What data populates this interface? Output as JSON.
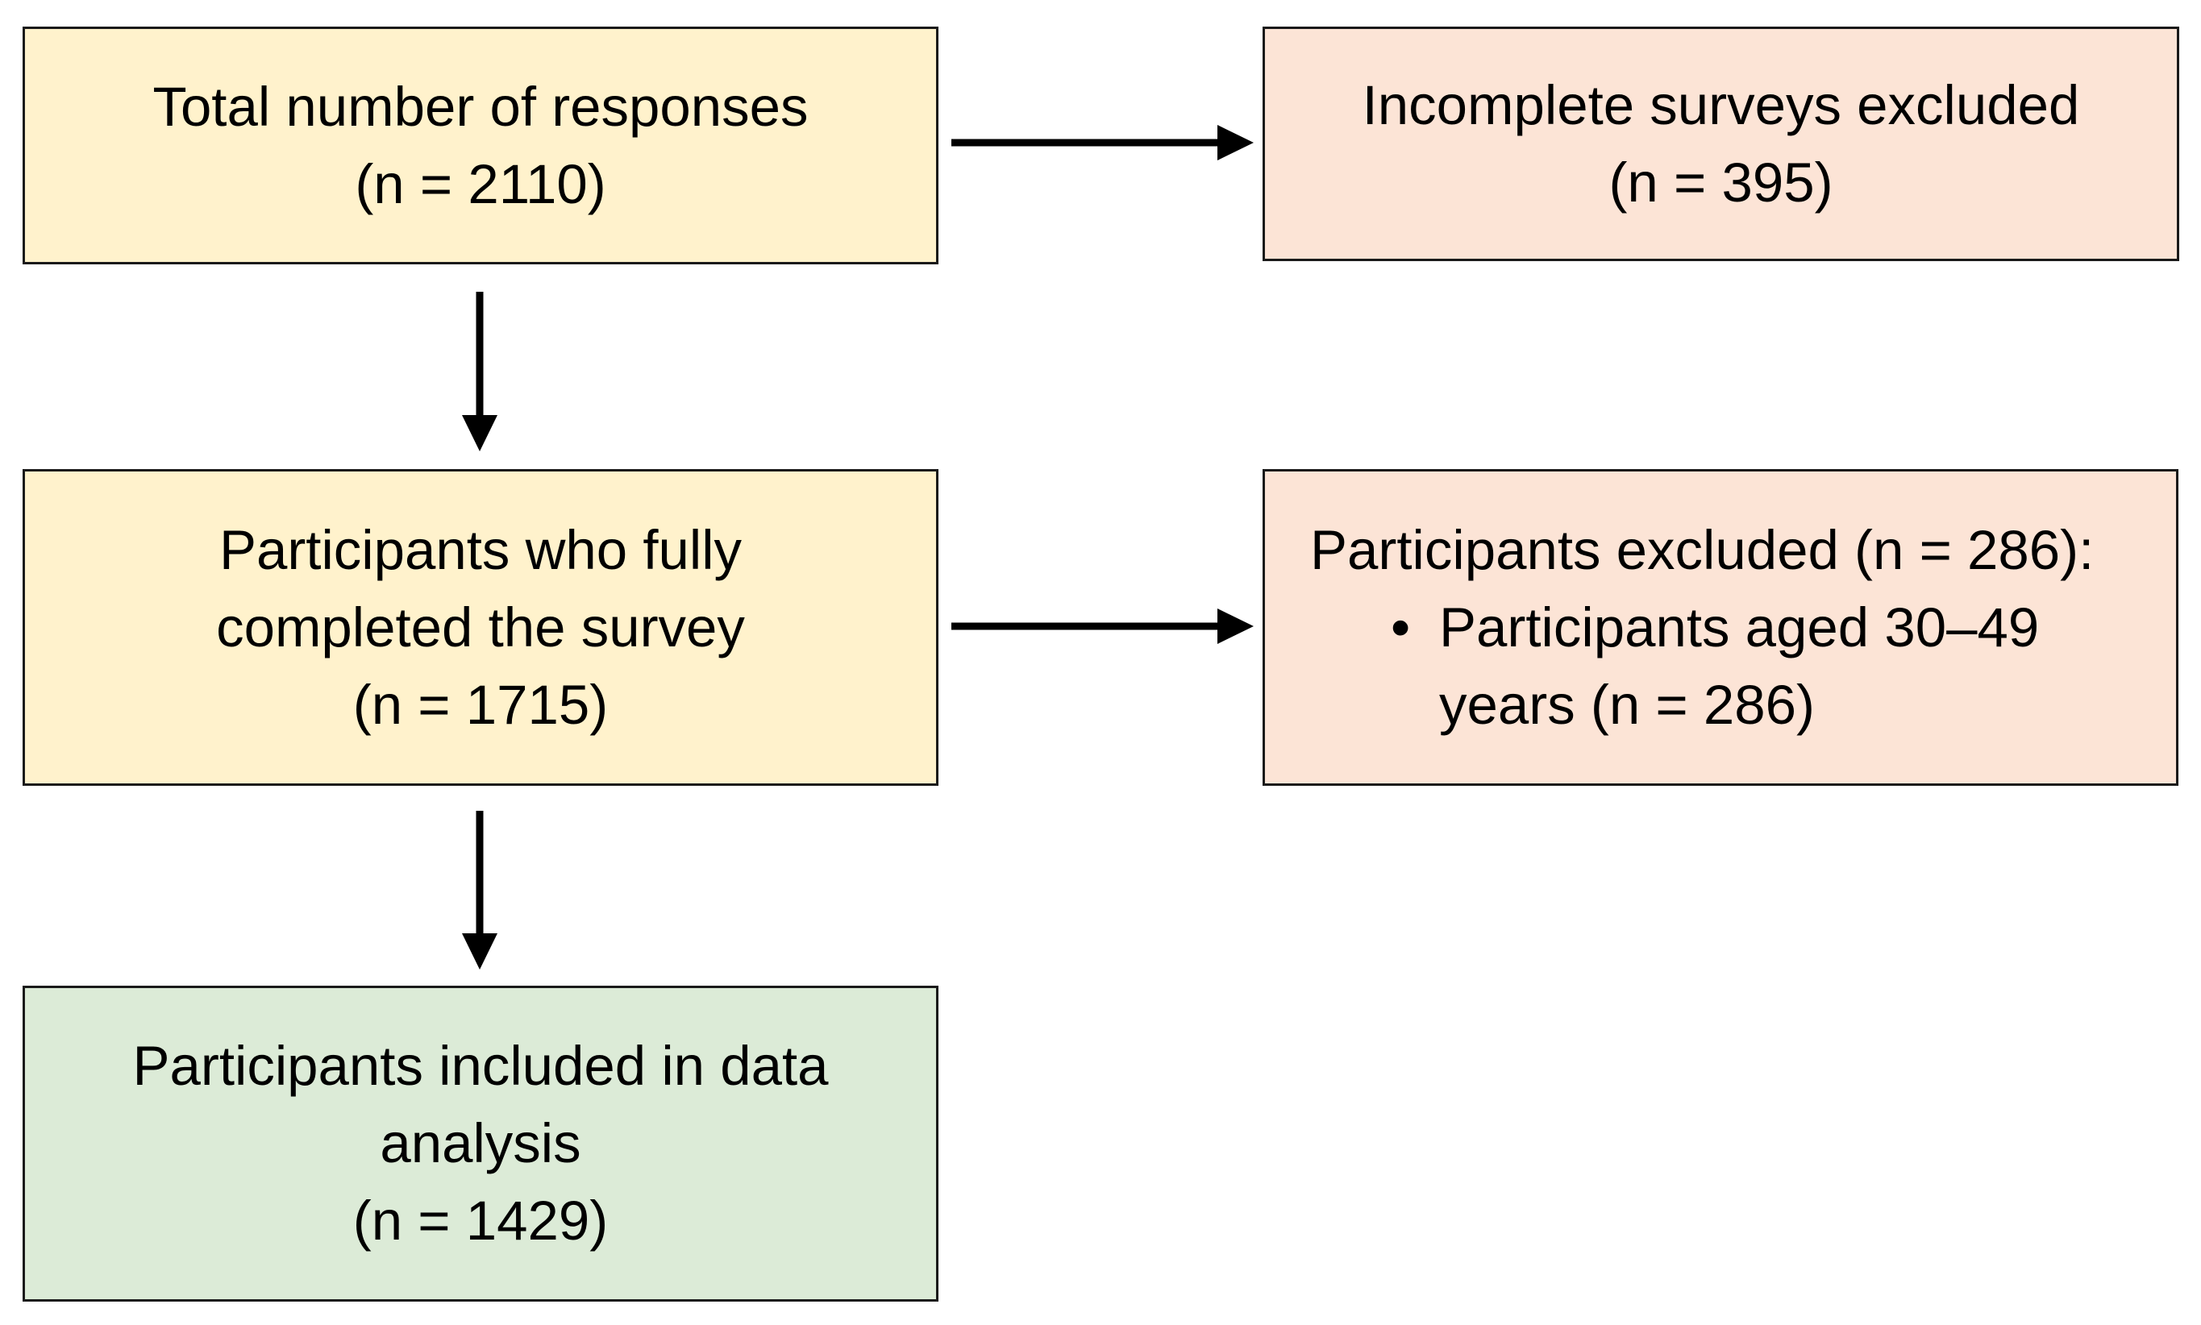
{
  "colors": {
    "yellow_box": "#FFF2CC",
    "orange_box": "#FCE4D6",
    "green_box": "#DCEBD7",
    "border": "#1A1A1A",
    "arrow": "#000000"
  },
  "boxes": {
    "total": {
      "line1": "Total number of responses",
      "line2": "(n = 2110)"
    },
    "incomplete": {
      "line1": "Incomplete surveys excluded",
      "line2": "(n = 395)"
    },
    "completed": {
      "line1": "Participants who fully",
      "line2": "completed the survey",
      "line3": "(n = 1715)"
    },
    "excluded": {
      "heading": "Participants excluded (n = 286):",
      "bullet": "•",
      "item_line1": "Participants aged 30–49",
      "item_line2": "years (n = 286)"
    },
    "included": {
      "line1": "Participants included in data",
      "line2": "analysis",
      "line3": "(n = 1429)"
    }
  }
}
